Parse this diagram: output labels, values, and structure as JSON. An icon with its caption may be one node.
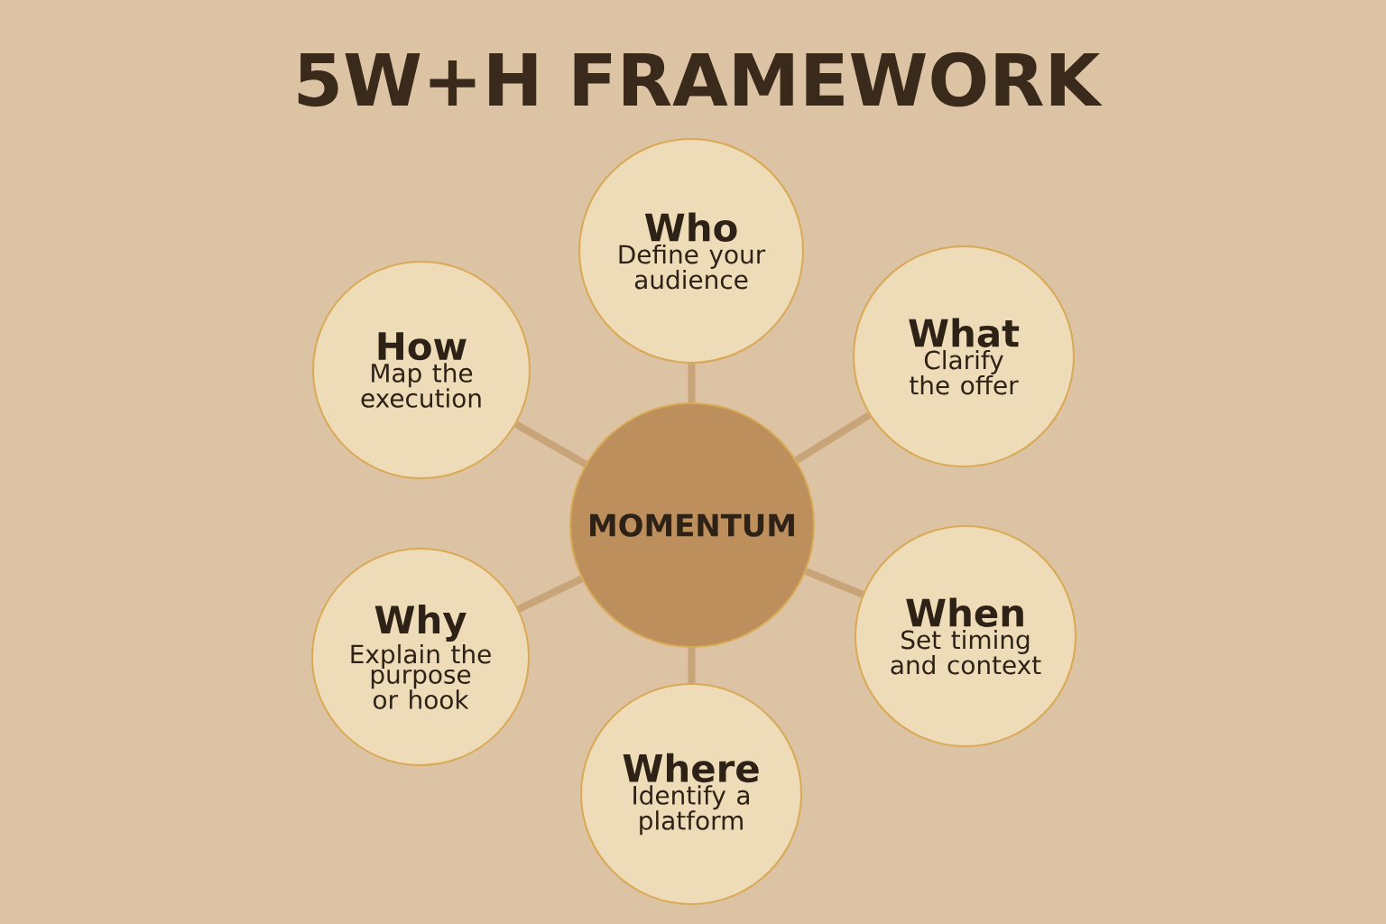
{
  "diagram": {
    "title": "5W+H FRAMEWORK",
    "nodes": [
      {
        "text": [
          "MOMENTUM"
        ]
      },
      {
        "text": [
          "Who",
          "Define your audience"
        ]
      },
      {
        "text": [
          "What",
          "Clarify the offer"
        ]
      },
      {
        "text": [
          "When",
          "Set timing and context"
        ]
      },
      {
        "text": [
          "Where",
          "Identify a platform"
        ]
      },
      {
        "text": [
          "Why",
          "Explain the purpose or hook"
        ]
      },
      {
        "text": [
          "How",
          "Map the execution"
        ]
      }
    ],
    "edges": [
      {
        "from": 0,
        "to": 1,
        "arrow": "none"
      },
      {
        "from": 0,
        "to": 2,
        "arrow": "none"
      },
      {
        "from": 0,
        "to": 3,
        "arrow": "none"
      },
      {
        "from": 0,
        "to": 4,
        "arrow": "none"
      },
      {
        "from": 0,
        "to": 5,
        "arrow": "none"
      },
      {
        "from": 0,
        "to": 6,
        "arrow": "none"
      }
    ]
  }
}
